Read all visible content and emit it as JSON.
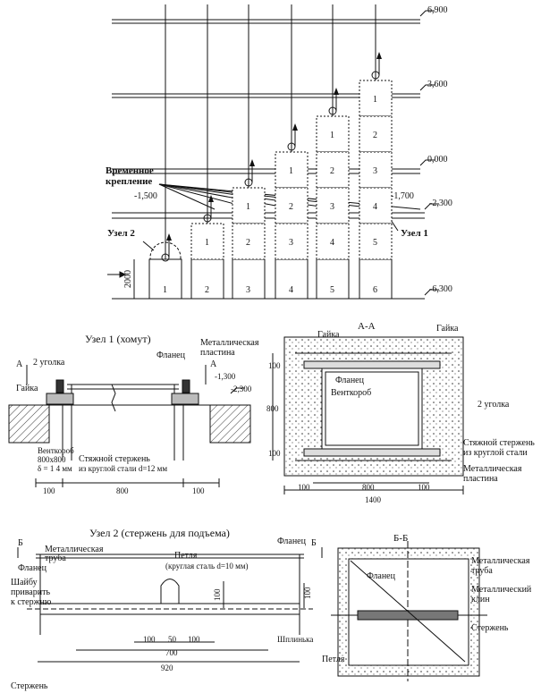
{
  "elevations": {
    "e6900": "6,900",
    "e3600": "3,600",
    "e0000": "0,000",
    "e2300": "-2,300",
    "em1700": "-1,700",
    "em1500": "-1,500",
    "em6300": "-6,300"
  },
  "labels": {
    "temp_fix_1": "Временное",
    "temp_fix_2": "крепление",
    "node2": "Узел 2",
    "node1": "Узел 1",
    "dim2000": "2000"
  },
  "columns": [
    "1",
    "2",
    "3",
    "4",
    "5",
    "6"
  ],
  "stack_segments": [
    [
      "1"
    ],
    [
      "1",
      "2"
    ],
    [
      "1",
      "2",
      "3"
    ],
    [
      "1",
      "2",
      "3",
      "4"
    ],
    [
      "1",
      "2",
      "3",
      "4",
      "5"
    ]
  ],
  "node1_detail": {
    "title": "Узел 1 (хомут)",
    "flanets": "Фланец",
    "ugolka": "2 уголка",
    "gaika": "Гайка",
    "metal_plate_1": "Металлическая",
    "metal_plate_2": "пластина",
    "elev_1300": "-1,300",
    "elev_2300": "-2,300",
    "ventkorob_1": "Венткороб",
    "ventkorob_2": "800х800",
    "ventkorob_3": "δ = 1 4 мм",
    "rod_1": "Стяжной стержень",
    "rod_2": "из круглой стали d=12 мм",
    "d100a": "100",
    "d800": "800",
    "d100b": "100",
    "sec_a": "А",
    "sec_a2": "А"
  },
  "section_aa": {
    "title": "А-А",
    "gaika1": "Гайка",
    "gaika2": "Гайка",
    "flanets": "Фланец",
    "ventkorob": "Венткороб",
    "ugolka": "2 уголка",
    "rod_1": "Стяжной стержень",
    "rod_2": "из круглой стали",
    "plate_1": "Металлическая",
    "plate_2": "пластина",
    "d100l": "100",
    "d800": "800",
    "d100r": "100",
    "d1400": "1400",
    "v100t": "100",
    "v800": "800",
    "v100b": "100"
  },
  "node2_detail": {
    "title": "Узел 2 (стержень для подъема)",
    "pipe_1": "Металлическая",
    "pipe_2": "труба",
    "loop_1": "Петля",
    "loop_2": "(круглая сталь d=10 мм)",
    "flanets_l": "Фланец",
    "flanets_r": "Фланец",
    "washer_1": "Шайбу",
    "washer_2": "приварить",
    "washer_3": "к стержню",
    "shplinka": "Шплинька",
    "rod": "Стержень",
    "d100": "100",
    "d50": "50",
    "d100b": "100",
    "d700": "700",
    "d920": "920",
    "v100a": "100",
    "v100b": "100",
    "sec_b": "Б",
    "sec_b2": "Б"
  },
  "section_bb": {
    "title": "Б-Б",
    "flanets": "Фланец",
    "pipe_1": "Металлическая",
    "pipe_2": "труба",
    "wedge_1": "Металлический",
    "wedge_2": "клин",
    "rod": "Стержень",
    "loop": "Петля"
  }
}
